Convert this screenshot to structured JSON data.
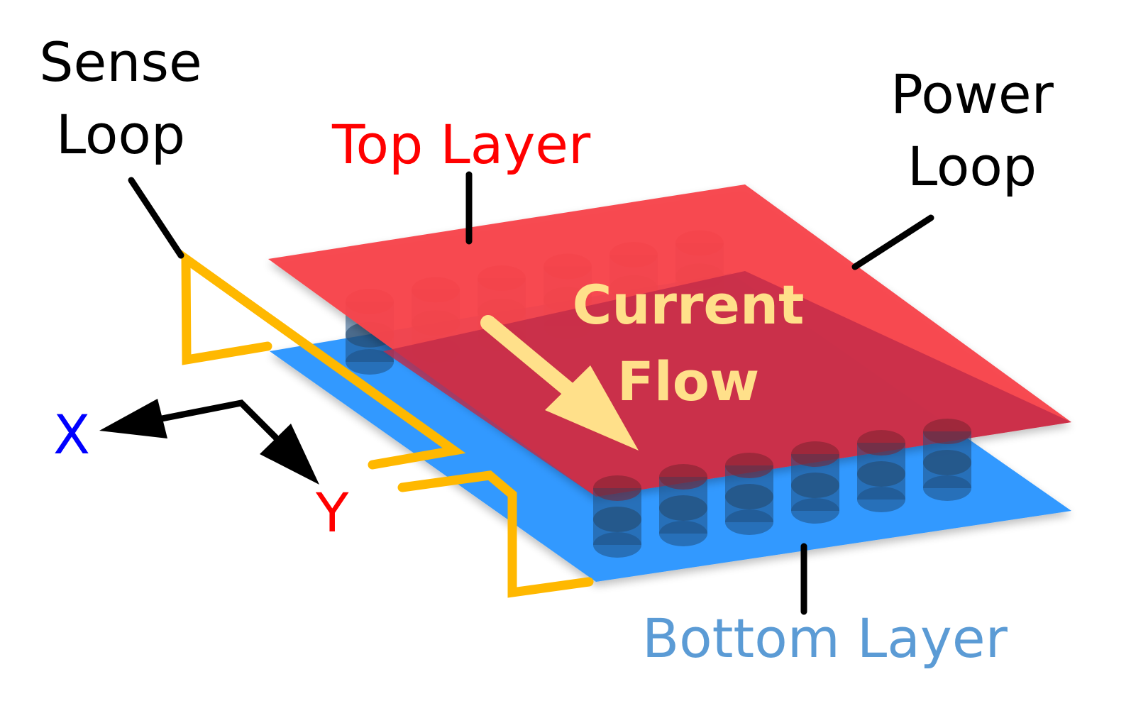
{
  "labels": {
    "sense_loop": [
      "Sense",
      "Loop"
    ],
    "power_loop": [
      "Power",
      "Loop"
    ],
    "top_layer": "Top Layer",
    "bottom_layer": "Bottom Layer",
    "current_flow": [
      "Current",
      "Flow"
    ],
    "axis_x": "X",
    "axis_y": "Y"
  },
  "colors": {
    "top_layer": "#f8434b",
    "bottom_layer": "#3399ff",
    "overlap": "#c02a48",
    "sense_loop": "#ffb800",
    "current_flow": "#ffe08a",
    "top_layer_text": "#ff0000",
    "bottom_layer_text": "#5b9bd5",
    "axis_x_text": "#0000ff",
    "axis_y_text": "#ff0000",
    "leader": "#000000"
  },
  "vias": {
    "back_row_count": 6,
    "front_row_count": 6
  }
}
